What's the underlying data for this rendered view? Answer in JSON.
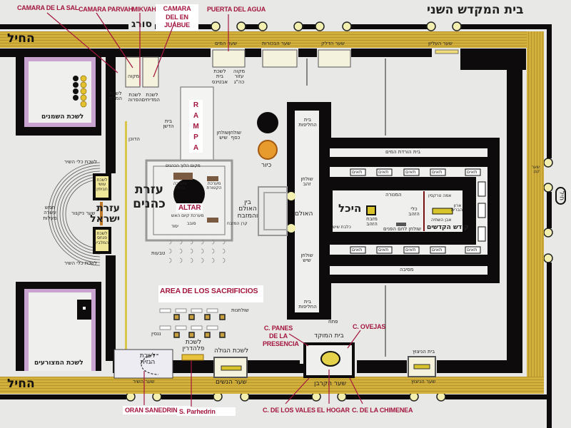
{
  "title": "בית המקדש השני",
  "annotations_es": {
    "camara_sal": "CAMARA DE LA SAL",
    "camara_parvah": "CAMARA PARVAH",
    "mikvah": "MIKVAH",
    "camara_juabue": "CAMARA DEL EN JUABUE",
    "puerta_agua": "PUERTA DEL AGUA",
    "rampa": "RAMPA",
    "altar": "ALTAR",
    "area_sacrificios": "AREA DE LOS SACRIFICIOS",
    "panes_presencia": "C. PANES DE LA PRESENCIA",
    "ovejas": "C. OVEJAS",
    "gran_sanedrin": "ORAN SANEDRIN",
    "parhedrin": "S. Parhedrin",
    "vales": "C. DE LOS VALES",
    "hogar": "EL HOGAR",
    "chimenea": "C. DE LA CHIMENEA"
  },
  "labels_he": {
    "chel": "החיל",
    "chel_right": "חיל",
    "soreg": "סורג",
    "shaar_hamayim": "שער המים",
    "shaar_habechorot": "שער הבכורות",
    "shaar_hadelek": "שער הדלק",
    "shaar_haelyon": "שער העליון",
    "lishkat_beit_avtinas": "לשכת בית אבטינס",
    "mikveh_kohen_gadol": "מקוה עזור כה\"ג",
    "lishkat_hamelach": "לשכת המלח",
    "lishkat_haparva": "לשכת הפרוה",
    "lishkat_hamedichim": "לשכת המדיחים",
    "mikveh": "מקוה",
    "lishkat_hashmanim": "לשכת השמנים",
    "lishkat_hametzoraim": "לשכת המצורעים",
    "lishkat_klei_hashir": "לשכת כלי השיר",
    "lishkat_klei_hashir_2": "לשכת כלי השיר",
    "lishkat_osei_chavitin": "לשכת עושי חביתין",
    "lishkat_pinchas": "לשכת פנחס המלביש",
    "shaar_nikanor": "שער ניקנור",
    "fifteen_steps": "חמש עשרה מעלות",
    "ezrat_yisrael": "עזרת ישראל",
    "ezrat_kohanim": "עזרת כהנים",
    "beit_hadeshen": "בית הדשן",
    "haduchan": "הדוכן",
    "mekom_hiluch": "מקום הלוך הכהנים",
    "maaracha_gedola": "מערכה גדולה",
    "maarechet_haketoret": "מערכת הקטורת",
    "maarechet_kium_haesh": "מערכת קיום האש",
    "keren_hamizbeach": "קרן המזבח",
    "sovev": "סובב",
    "yesod": "יסוד",
    "shulchan_kesef": "שולחן כסף",
    "shulchan_shayish": "שולחן שיש",
    "mizbeach_kiyor": "כיור",
    "bein_haulam": "בין האולם והמזבח",
    "taba_ot": "טבעות",
    "nanasin": "ננסין",
    "shulchanot": "שולחנות",
    "beit_hachalifot": "בית החליפות",
    "beit_hachalifot_2": "בית החליפות",
    "haulam": "האולם",
    "shulchan_zahav": "שולחן זהב",
    "shulchan_shayish_2": "שולחן שיש",
    "beit_horadat_hamayim": "בית הורדת המים",
    "taim": "תאים",
    "heichal": "היכל",
    "mizbach_hazahav": "מזבח הזהב",
    "menorah": "המנורה",
    "klei_hazahav": "כלי הזהב",
    "shulchan_lechem": "שולחן לחם הפנים",
    "amah_traksin": "אמה טרקסין",
    "aron_habrit": "ארון הברית",
    "even_hashtiya": "אבן השתיה",
    "kodesh_hakodashim": "קודש הקדשים",
    "mesibah": "מסיבה",
    "kalbot_shayish": "כלבת שיש",
    "petach": "פתח",
    "beit_hamoked": "בית המוקד",
    "lishkat_hagazit": "לשכת הגזית",
    "lishkat_parhedrin": "לשכת פלהדרין",
    "lishkat_hagolah": "לשכת הגולה",
    "shaar_hashir": "שער השיר",
    "shaar_hanashim": "שער הנשים",
    "shaar_hakorban": "שער הקרבן",
    "beit_hanitzotz": "בית הניצוץ",
    "shaar_hanitzotz": "שער הניצוץ",
    "shaar_dl": "שער קנן"
  },
  "colors": {
    "background": "#e8e8e6",
    "wall": "#0d0b0b",
    "gold": "#d2b03c",
    "annotation": "#a3163f",
    "chamber_lavender": "#c9a3cf"
  }
}
